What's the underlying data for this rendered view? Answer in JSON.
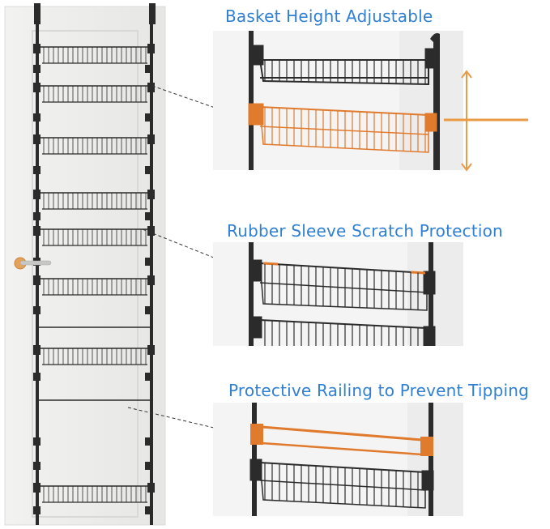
{
  "features": [
    {
      "heading": "Basket Height Adjustable"
    },
    {
      "heading": "Rubber Sleeve Scratch Protection"
    },
    {
      "heading": "Protective Railing to Prevent Tipping"
    }
  ],
  "colors": {
    "heading_text": "#2f7fd2",
    "accent_orange": "#e07a2d",
    "frame_black": "#2b2b2b",
    "door_background": "#eeeeec",
    "panel_background": "#f3f3f3"
  },
  "icons": [
    "door-handle-icon",
    "vertical-double-arrow-icon",
    "horizontal-pointer-line-icon"
  ]
}
